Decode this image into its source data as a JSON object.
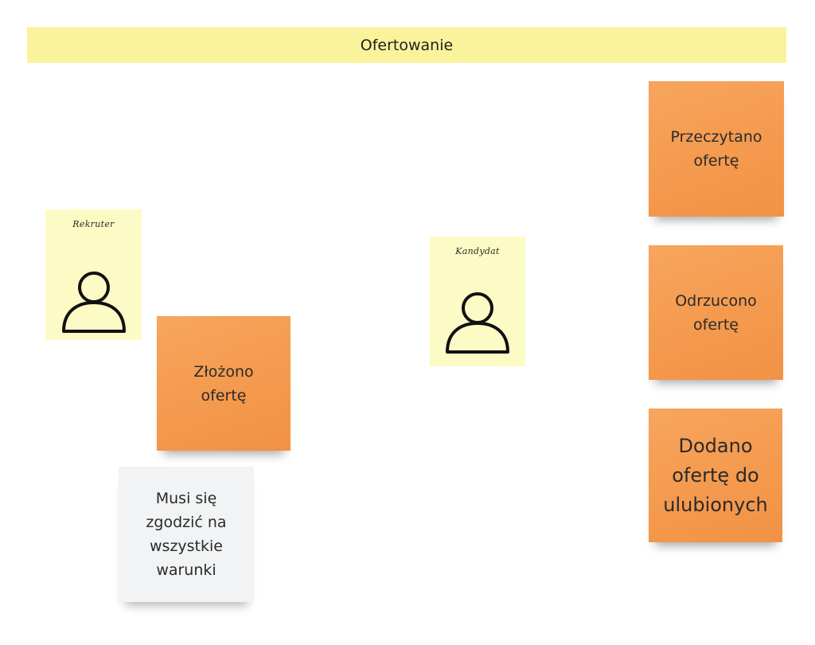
{
  "banner": {
    "title": "Ofertowanie"
  },
  "actors": [
    {
      "label": "Rekruter",
      "icon": "person-icon"
    },
    {
      "label": "Kandydat",
      "icon": "person-icon"
    }
  ],
  "notes": {
    "zlozono": "Złożono\nofertę",
    "musi": "Musi się\nzgodzić na\nwszystkie\nwarunki",
    "przeczytano": "Przeczytano\nofertę",
    "odrzucono": "Odrzucono\nofertę",
    "dodano": "Dodano\nofertę do\nulubionych"
  },
  "colors": {
    "banner": "#fbf39b",
    "event_note": "#f49a4e",
    "actor_card": "#fdfbc5",
    "constraint_note": "#f1f3f5"
  }
}
